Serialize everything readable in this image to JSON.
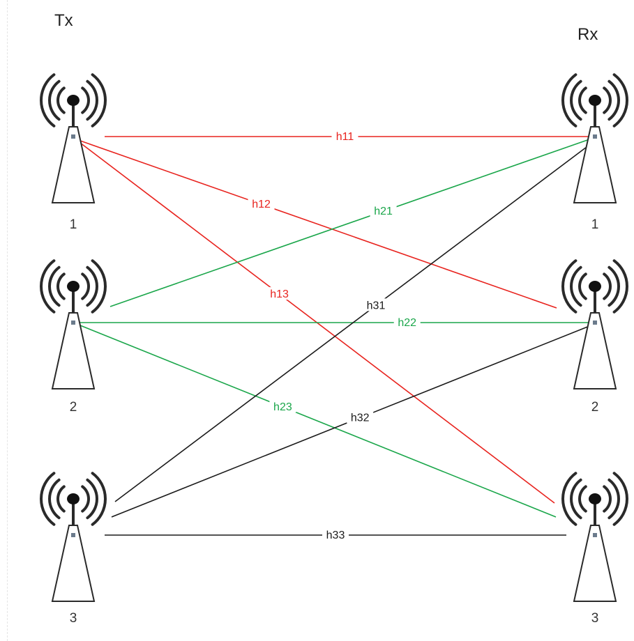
{
  "tx_title": "Tx",
  "rx_title": "Rx",
  "tx_antennas": [
    {
      "label": "1"
    },
    {
      "label": "2"
    },
    {
      "label": "3"
    }
  ],
  "rx_antennas": [
    {
      "label": "1"
    },
    {
      "label": "2"
    },
    {
      "label": "3"
    }
  ],
  "links": [
    {
      "label": "h11",
      "from": 1,
      "to": 1,
      "color": "#e8231e"
    },
    {
      "label": "h12",
      "from": 1,
      "to": 2,
      "color": "#e8231e"
    },
    {
      "label": "h13",
      "from": 1,
      "to": 3,
      "color": "#e8231e"
    },
    {
      "label": "h21",
      "from": 2,
      "to": 1,
      "color": "#1aa64a"
    },
    {
      "label": "h22",
      "from": 2,
      "to": 2,
      "color": "#1aa64a"
    },
    {
      "label": "h23",
      "from": 2,
      "to": 3,
      "color": "#1aa64a"
    },
    {
      "label": "h31",
      "from": 3,
      "to": 1,
      "color": "#1a1a1a"
    },
    {
      "label": "h32",
      "from": 3,
      "to": 2,
      "color": "#1a1a1a"
    },
    {
      "label": "h33",
      "from": 3,
      "to": 3,
      "color": "#1a1a1a"
    }
  ],
  "icons": {
    "antenna": "antenna-tower-icon"
  },
  "colors": {
    "stroke": "#2a2a2a",
    "feed": "#6b7b8c"
  }
}
